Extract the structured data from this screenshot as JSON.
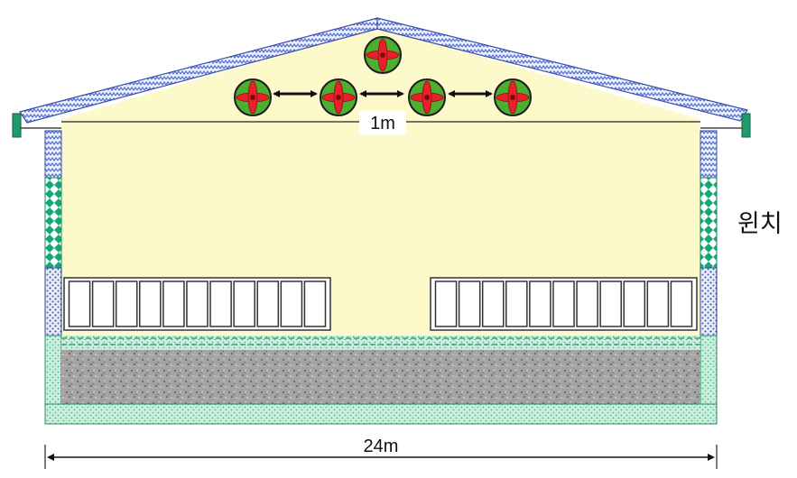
{
  "labels": {
    "fan_spacing": "1m",
    "building_width": "24m",
    "side_curtain": "윈치"
  },
  "colors": {
    "interior": "#FCFACB",
    "roof": "#9AA6DC",
    "roof_trim": "#EAF2FF",
    "fan_disc": "#4CAF2F",
    "fan_blade": "#E8202A",
    "wall_green": "#0FA872",
    "floor": "#9E9E9E",
    "concrete": "#B7E6CF",
    "gutter": "#1E9B6B"
  },
  "fans": {
    "count_top_row": 1,
    "count_bottom_row": 4
  },
  "windows": {
    "left_panes": 11,
    "right_panes": 11
  }
}
